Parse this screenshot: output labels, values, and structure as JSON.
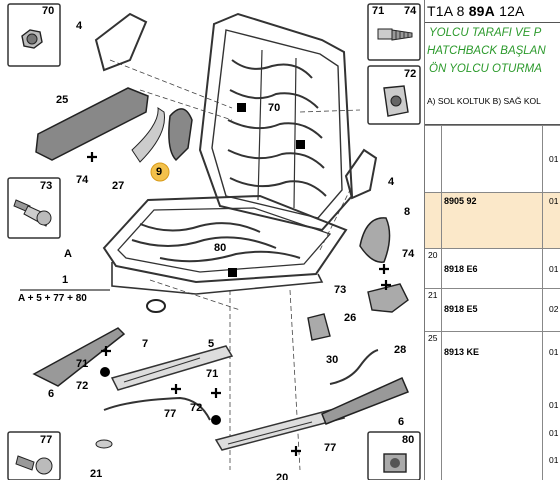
{
  "header": {
    "code_prefix": "T1A 8",
    "code_bold": "89A",
    "code_suffix": "12A"
  },
  "notes": [
    "YOLCU TARAFI VE P",
    "HATCHBACK BAŞLAN",
    "ÖN YOLCU OTURMA"
  ],
  "legend": "A) SOL KOLTUK B) SAĞ KOL",
  "table": {
    "rows": [
      {
        "no": "",
        "part": "",
        "qty": [
          "01"
        ],
        "highlight": false
      },
      {
        "no": "",
        "part": "8905 92",
        "qty": [
          "01"
        ],
        "highlight": true
      },
      {
        "no": "20",
        "part": "8918 E6",
        "qty": [
          "01"
        ],
        "highlight": false
      },
      {
        "no": "21",
        "part": "8918 E5",
        "qty": [
          "02"
        ],
        "highlight": false
      },
      {
        "no": "25",
        "part": "8913 KE",
        "qty": [
          "01",
          "01",
          "01",
          "01"
        ],
        "highlight": false
      }
    ]
  },
  "diagram": {
    "callouts": [
      "70",
      "74",
      "71",
      "4",
      "72",
      "25",
      "70",
      "74",
      "27",
      "9",
      "4",
      "73",
      "8",
      "A",
      "80",
      "74",
      "73",
      "26",
      "1",
      "7",
      "5",
      "30",
      "28",
      "71",
      "72",
      "71",
      "72",
      "77",
      "6",
      "6",
      "77",
      "21",
      "20",
      "77",
      "80"
    ],
    "group_label": "1",
    "group_formula": "A + 5 + 77 + 80",
    "inset_labels": [
      "70",
      "71",
      "74",
      "72",
      "73",
      "77",
      "80"
    ]
  },
  "colors": {
    "note_green": "#2c9a2c",
    "highlight_row": "#fbe8c9",
    "line_dark": "#333333"
  },
  "icons": [
    "nut-icon",
    "screw-icon",
    "plate-icon",
    "bolt-icon",
    "cage-nut-icon",
    "plus-marker-icon",
    "dot-marker-icon",
    "square-marker-icon"
  ]
}
